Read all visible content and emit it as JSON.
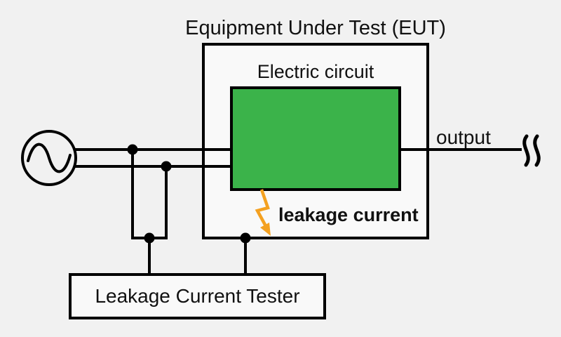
{
  "colors": {
    "bg": "#F1F1F1",
    "boxfill": "#F9F9F9",
    "line": "#000000",
    "green": "#3BB34A",
    "orange": "#F4A121"
  },
  "diagram": {
    "title": "Equipment Under Test (EUT)",
    "electric_circuit_label": "Electric circuit",
    "output_label": "output",
    "leakage_current_label": "leakage current",
    "tester_label": "Leakage Current Tester",
    "icons": {
      "ac_source": "ac-source-icon",
      "leakage_bolt": "lightning-arrow-icon",
      "wire_break": "wire-break-icon",
      "junction": "junction-dot"
    }
  }
}
